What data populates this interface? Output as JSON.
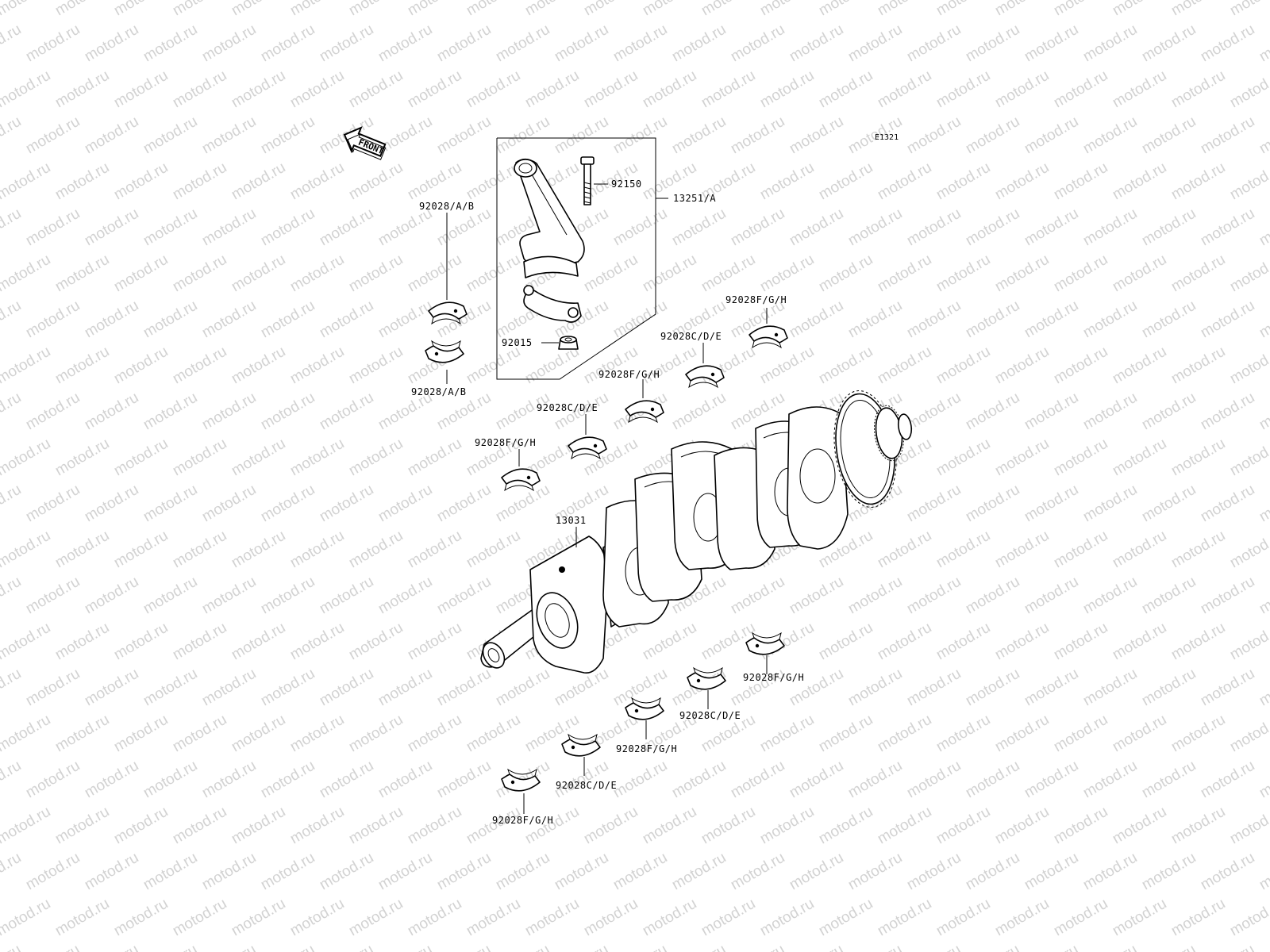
{
  "diagram_code": "E1321",
  "front_arrow_text": "FRONT",
  "watermark_text": "motod.ru",
  "callouts": {
    "bolt": "92150",
    "rod_assy": "13251/A",
    "nut": "92015",
    "rod_bearing_upper": "92028/A/B",
    "rod_bearing_lower": "92028/A/B",
    "crankshaft": "13031",
    "upper_main_1": "92028F/G/H",
    "upper_main_2": "92028C/D/E",
    "upper_main_3": "92028F/G/H",
    "upper_main_4": "92028C/D/E",
    "upper_main_5": "92028F/G/H",
    "lower_main_1": "92028F/G/H",
    "lower_main_2": "92028C/D/E",
    "lower_main_3": "92028F/G/H",
    "lower_main_4": "92028C/D/E",
    "lower_main_5": "92028F/G/H"
  }
}
